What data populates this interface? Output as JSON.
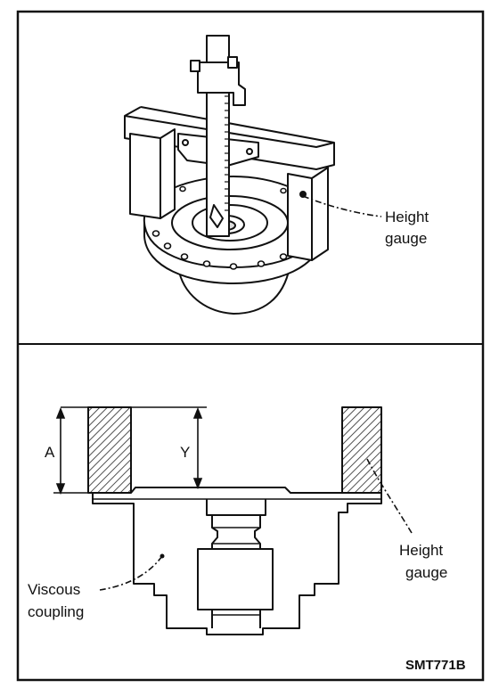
{
  "figure": {
    "code": "SMT771B",
    "top_panel": {
      "callout": [
        "Height",
        "gauge"
      ]
    },
    "bottom_panel": {
      "dimension_a": "A",
      "dimension_y": "Y",
      "coupling_label": [
        "Viscous",
        "coupling"
      ],
      "gauge_label": [
        "Height",
        "gauge"
      ]
    }
  }
}
